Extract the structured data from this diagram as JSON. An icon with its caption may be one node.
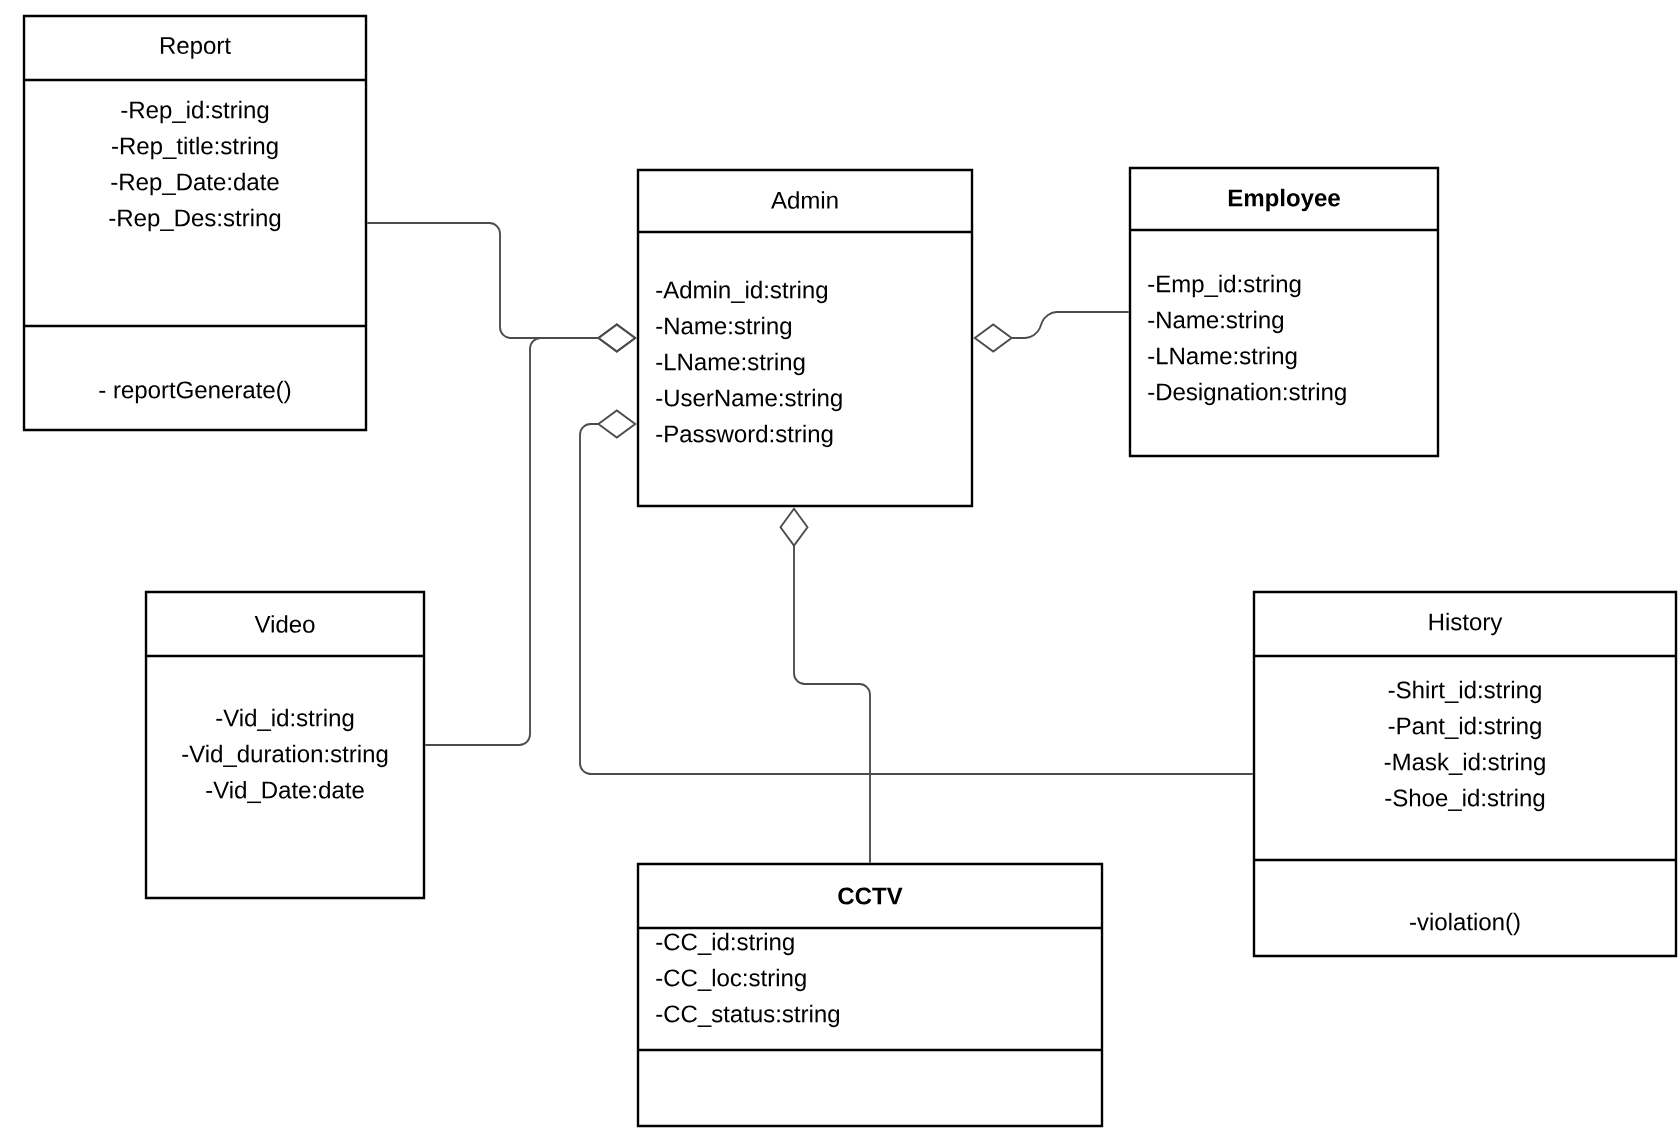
{
  "diagram": {
    "nodes": [
      {
        "text": [
          "Report",
          "-Rep_id:string",
          "-Rep_title:string",
          "-Rep_Date:date",
          "-Rep_Des:string",
          "- reportGenerate()"
        ]
      },
      {
        "text": [
          "Admin",
          "-Admin_id:string",
          "-Name:string",
          "-LName:string",
          "-UserName:string",
          "-Password:string"
        ]
      },
      {
        "text": [
          "Employee",
          "-Emp_id:string",
          "-Name:string",
          "-LName:string",
          "-Designation:string"
        ]
      },
      {
        "text": [
          "Video",
          "-Vid_id:string",
          "-Vid_duration:string",
          "-Vid_Date:date"
        ]
      },
      {
        "text": [
          "History",
          "-Shirt_id:string",
          "-Pant_id:string",
          "-Mask_id:string",
          "-Shoe_id:string",
          "-violation()"
        ]
      },
      {
        "text": [
          "CCTV",
          "-CC_id:string",
          "-CC_loc:string",
          "-CC_status:string"
        ]
      }
    ],
    "edges": [
      {
        "from": 0,
        "to": 1,
        "arrow": "other"
      },
      {
        "from": 3,
        "to": 1,
        "arrow": "other"
      },
      {
        "from": 2,
        "to": 1,
        "arrow": "other"
      },
      {
        "from": 4,
        "to": 1,
        "arrow": "other"
      },
      {
        "from": 5,
        "to": 1,
        "arrow": "other"
      }
    ]
  }
}
